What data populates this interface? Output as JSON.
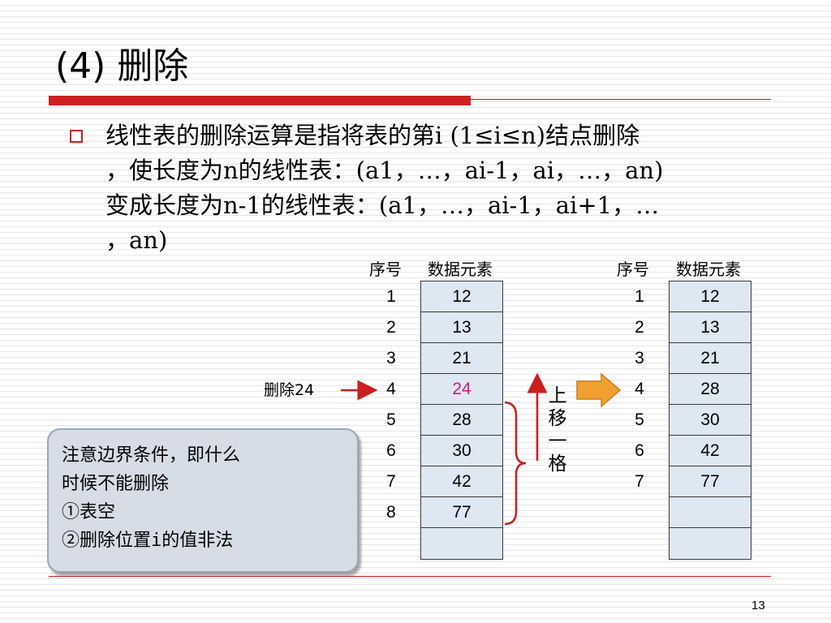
{
  "title": "(4) 删除",
  "paragraph": {
    "line1": "线性表的删除运算是指将表的第i (1≤i≤n)结点删除",
    "line2": "，使长度为n的线性表：(a1，…，ai-1，ai，…，an)",
    "line3": "变成长度为n-1的线性表：(a1，…，ai-1，ai+1，…",
    "line4": "，an)"
  },
  "left_table": {
    "header_index": "序号",
    "header_data": "数据元素",
    "indices": [
      "1",
      "2",
      "3",
      "4",
      "5",
      "6",
      "7",
      "8"
    ],
    "cells": [
      "12",
      "13",
      "21",
      "24",
      "28",
      "30",
      "42",
      "77",
      ""
    ],
    "highlight_value": "24"
  },
  "right_table": {
    "header_index": "序号",
    "header_data": "数据元素",
    "indices": [
      "1",
      "2",
      "3",
      "4",
      "5",
      "6",
      "7"
    ],
    "cells": [
      "12",
      "13",
      "21",
      "28",
      "30",
      "42",
      "77",
      "",
      ""
    ]
  },
  "delete_label": "删除24",
  "move_up_text": [
    "上",
    "移",
    "一",
    "格"
  ],
  "note": {
    "line1": "注意边界条件，即什么",
    "line2": "时候不能删除",
    "line3": "①表空",
    "line4": "②删除位置i的值非法"
  },
  "page_number": "13",
  "colors": {
    "accent_red": "#cc1f1f",
    "highlight_magenta": "#d4147a",
    "cell_fill": "#dde8f3",
    "orange_arrow": "#f0a030"
  }
}
